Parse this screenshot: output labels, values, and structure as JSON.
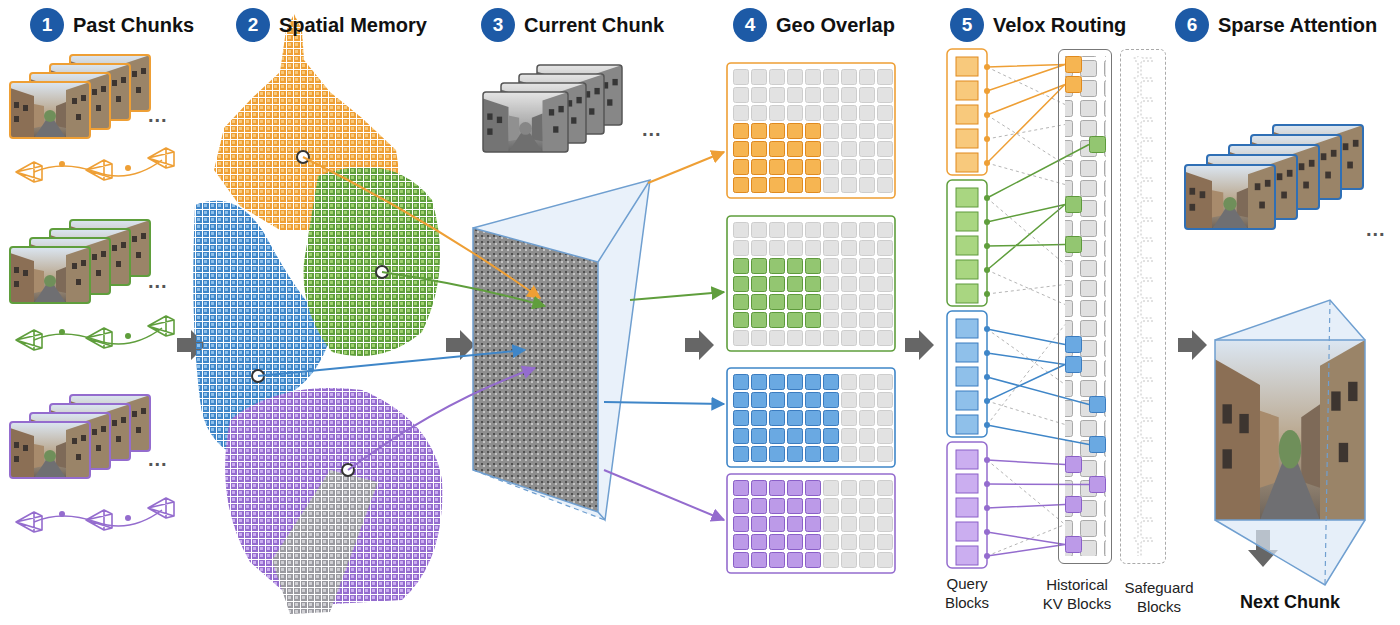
{
  "diagram": {
    "nodes": [
      {
        "text": [
          "1",
          "Past Chunks"
        ]
      },
      {
        "text": [
          "2",
          "Spatial Memory"
        ]
      },
      {
        "text": [
          "3",
          "Current Chunk"
        ]
      },
      {
        "text": [
          "4",
          "Geo Overlap"
        ]
      },
      {
        "text": [
          "5",
          "Velox Routing"
        ]
      },
      {
        "text": [
          "6",
          "Sparse Attention"
        ]
      },
      {
        "text": [
          "Historical KV Blocks"
        ]
      },
      {
        "text": [
          "Safeguard Blocks"
        ]
      }
    ],
    "labels": [
      "...",
      "...",
      "...",
      "...",
      "Query Blocks",
      "...",
      "Next Chunk"
    ]
  }
}
